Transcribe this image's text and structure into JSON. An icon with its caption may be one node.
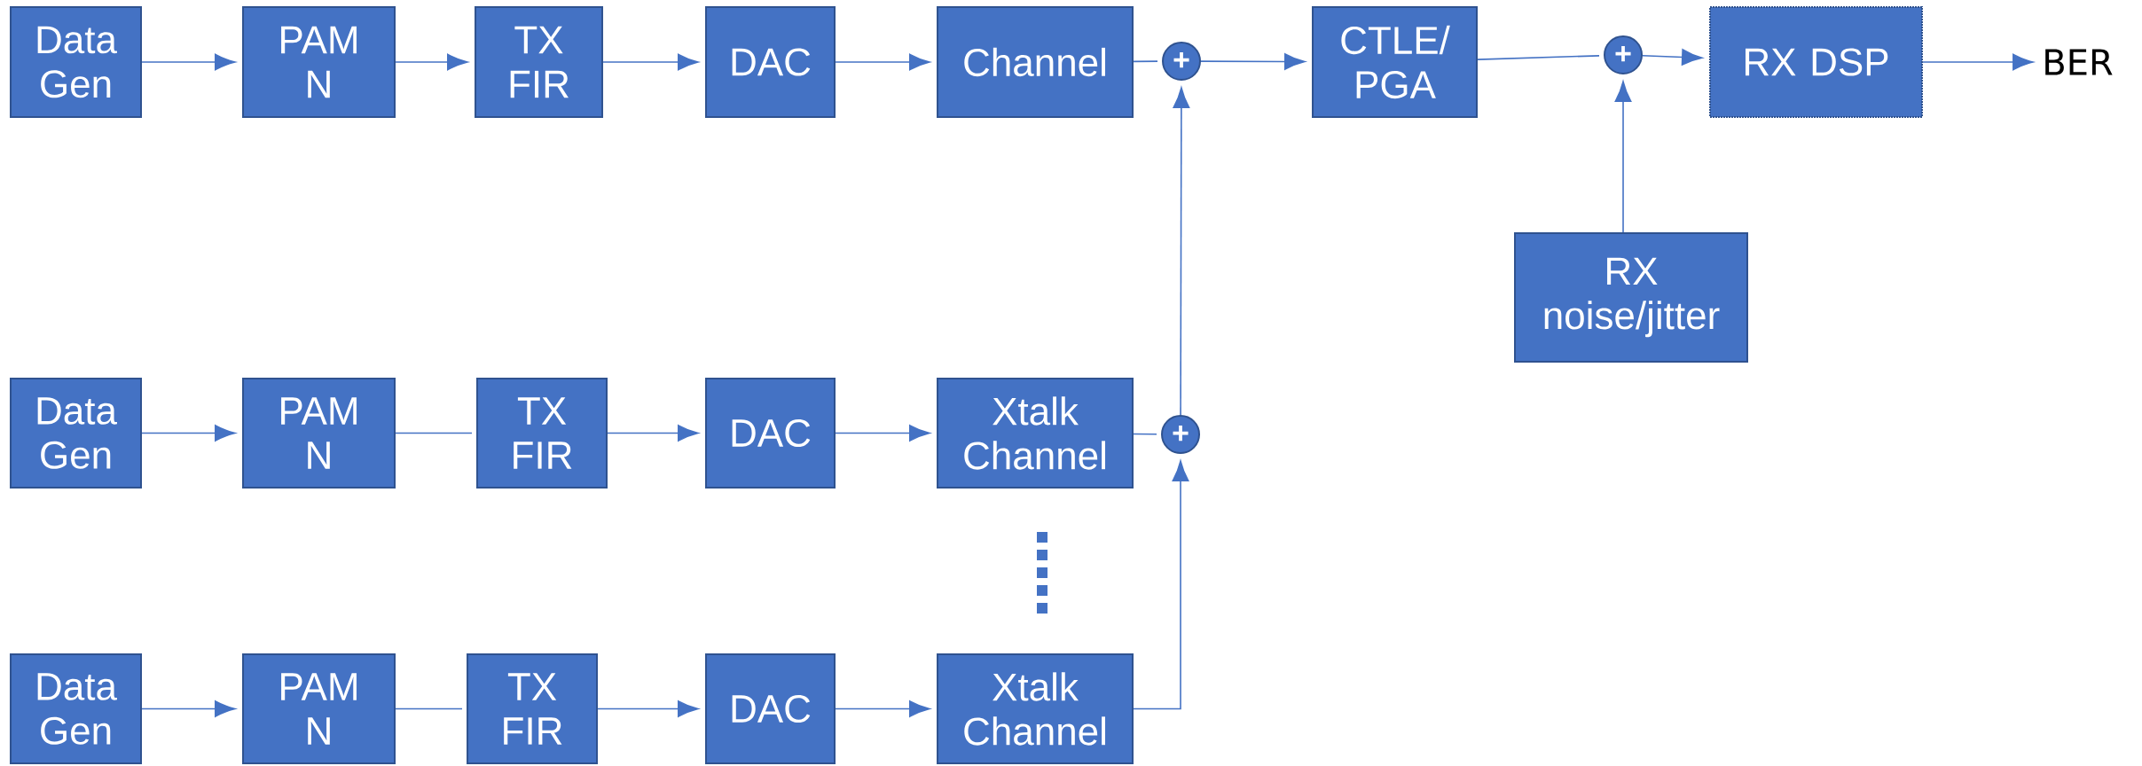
{
  "diagram": {
    "nodes": [
      {
        "text": [
          "Data Gen"
        ]
      },
      {
        "text": [
          "PAM N"
        ]
      },
      {
        "text": [
          "TX FIR"
        ]
      },
      {
        "text": [
          "DAC"
        ]
      },
      {
        "text": [
          "Channel"
        ]
      },
      {
        "text": [
          "+"
        ]
      },
      {
        "text": [
          "CTLE/ PGA"
        ]
      },
      {
        "text": [
          "+"
        ]
      },
      {
        "text": [
          "RX DSP"
        ]
      },
      {
        "text": [
          "BER"
        ]
      },
      {
        "text": [
          "RX noise/jitter"
        ]
      },
      {
        "text": [
          "Data Gen"
        ]
      },
      {
        "text": [
          "PAM N"
        ]
      },
      {
        "text": [
          "TX FIR"
        ]
      },
      {
        "text": [
          "DAC"
        ]
      },
      {
        "text": [
          "Xtalk Channel"
        ]
      },
      {
        "text": [
          "+"
        ]
      },
      {
        "text": [
          "Data Gen"
        ]
      },
      {
        "text": [
          "PAM N"
        ]
      },
      {
        "text": [
          "TX FIR"
        ]
      },
      {
        "text": [
          "DAC"
        ]
      },
      {
        "text": [
          "Xtalk Channel"
        ]
      }
    ],
    "edges": [
      {
        "from": 0,
        "to": 1,
        "arrow": "to"
      },
      {
        "from": 1,
        "to": 2,
        "arrow": "to"
      },
      {
        "from": 2,
        "to": 3,
        "arrow": "to"
      },
      {
        "from": 3,
        "to": 4,
        "arrow": "to"
      },
      {
        "from": 4,
        "to": 5,
        "arrow": "none"
      },
      {
        "from": 5,
        "to": 6,
        "arrow": "to"
      },
      {
        "from": 6,
        "to": 7,
        "arrow": "none"
      },
      {
        "from": 7,
        "to": 8,
        "arrow": "to"
      },
      {
        "from": 8,
        "to": 9,
        "arrow": "to"
      },
      {
        "from": 10,
        "to": 7,
        "arrow": "to"
      },
      {
        "from": 11,
        "to": 12,
        "arrow": "to"
      },
      {
        "from": 12,
        "to": 13,
        "arrow": "none"
      },
      {
        "from": 13,
        "to": 14,
        "arrow": "to"
      },
      {
        "from": 14,
        "to": 15,
        "arrow": "to"
      },
      {
        "from": 15,
        "to": 16,
        "arrow": "none"
      },
      {
        "from": 16,
        "to": 5,
        "arrow": "to"
      },
      {
        "from": 17,
        "to": 18,
        "arrow": "to"
      },
      {
        "from": 18,
        "to": 19,
        "arrow": "none"
      },
      {
        "from": 19,
        "to": 20,
        "arrow": "to"
      },
      {
        "from": 20,
        "to": 21,
        "arrow": "to"
      },
      {
        "from": 21,
        "to": 16,
        "arrow": "to"
      }
    ]
  }
}
